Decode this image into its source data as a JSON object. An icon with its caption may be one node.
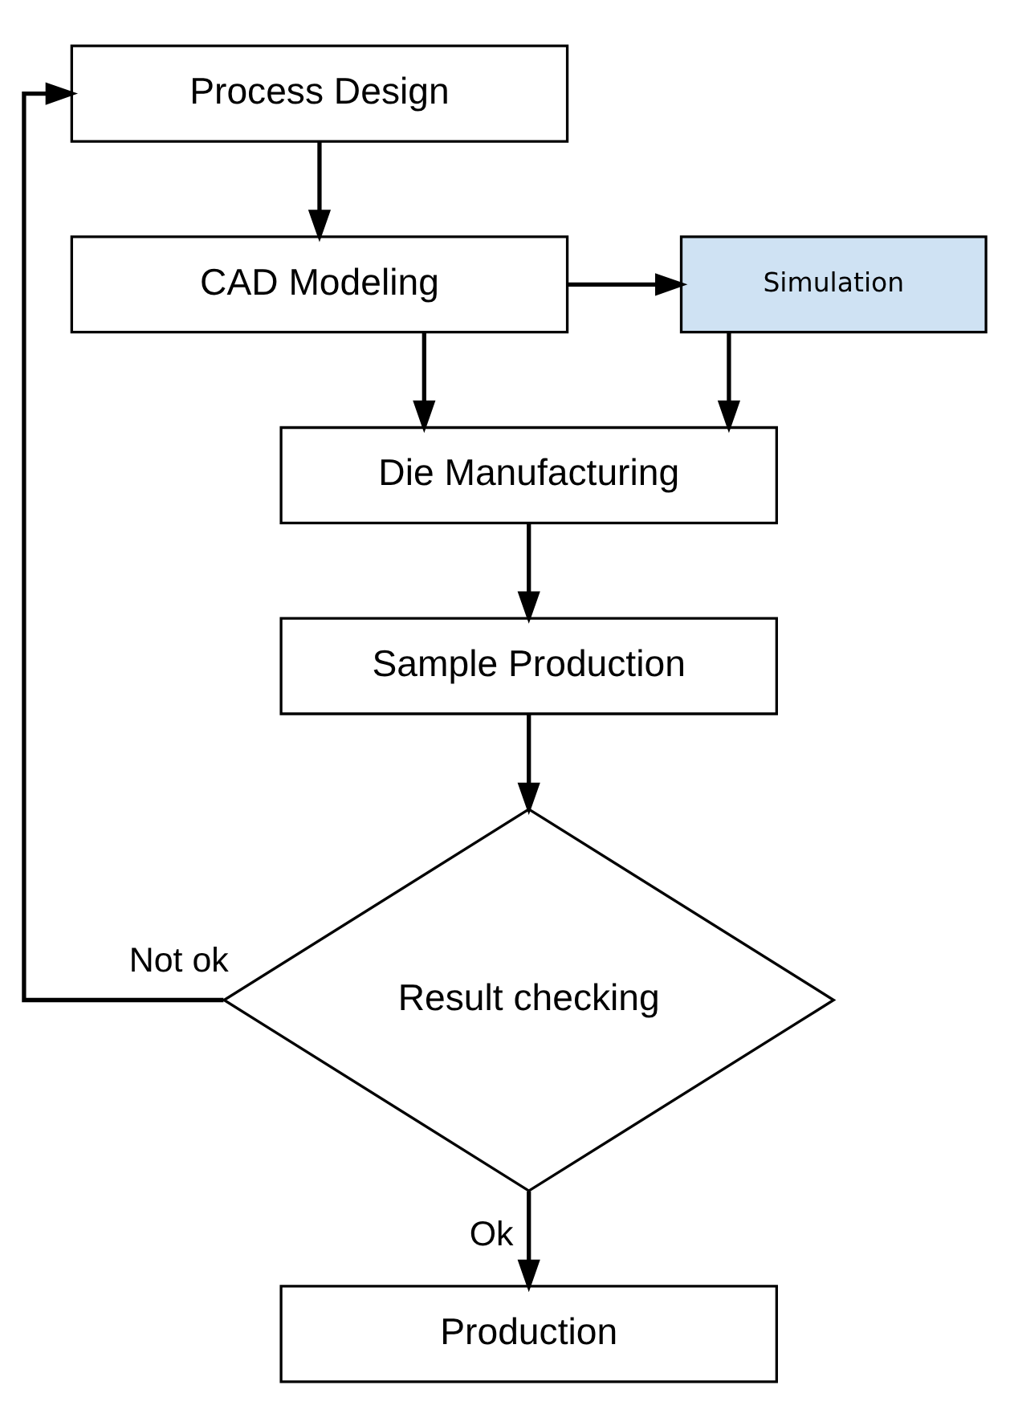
{
  "diagram": {
    "nodes": [
      {
        "text": [
          "Process Design"
        ]
      },
      {
        "text": [
          "CAD Modeling"
        ]
      },
      {
        "text": [
          "Simulation"
        ]
      },
      {
        "text": [
          "Die Manufacturing"
        ]
      },
      {
        "text": [
          "Sample Production"
        ]
      },
      {
        "text": [
          "Result checking"
        ]
      },
      {
        "text": [
          "Production"
        ]
      }
    ],
    "edges": [
      {
        "from": 0,
        "to": 1,
        "arrow": "to"
      },
      {
        "from": 1,
        "to": 2,
        "arrow": "to"
      },
      {
        "from": 1,
        "to": 3,
        "arrow": "to"
      },
      {
        "from": 2,
        "to": 3,
        "arrow": "to"
      },
      {
        "from": 3,
        "to": 4,
        "arrow": "to"
      },
      {
        "from": 4,
        "to": 5,
        "arrow": "to"
      },
      {
        "from": 5,
        "to": 0,
        "arrow": "to",
        "label": "Not ok"
      },
      {
        "from": 5,
        "to": 6,
        "arrow": "to",
        "label": "Ok"
      }
    ]
  }
}
